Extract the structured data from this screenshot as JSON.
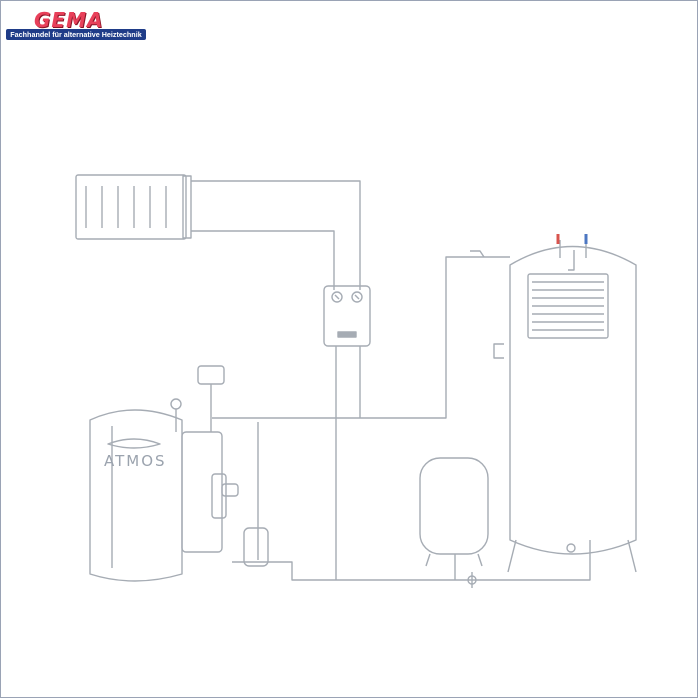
{
  "logo": {
    "name": "GEMA",
    "tagline": "Fachhandel für alternative Heiztechnik"
  },
  "boiler": {
    "brand": "ATMOS"
  },
  "colors": {
    "logo_red": "#e8405a",
    "logo_blue": "#1f3c88",
    "line": "#a6acb4",
    "thermometer_red": "#d8544e",
    "thermometer_blue": "#4d77c2"
  },
  "icons": [
    "radiator-icon",
    "pump-group-icon",
    "buffer-tank-icon",
    "expansion-vessel-icon",
    "boiler-icon"
  ]
}
